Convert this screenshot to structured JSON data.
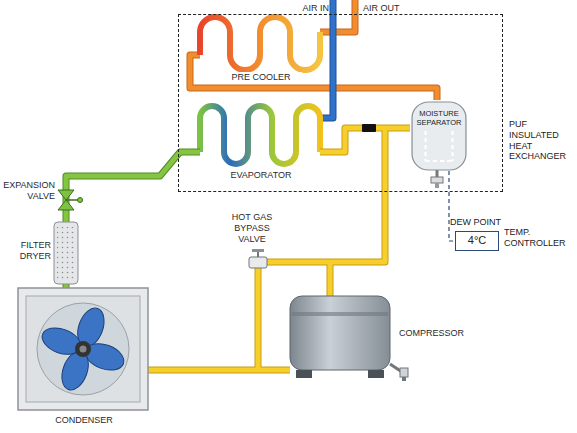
{
  "diagram": {
    "nodes": [
      {
        "text": [
          "PUF INSULATED HEAT EXCHANGER"
        ]
      },
      {
        "text": [
          "MOISTURE SEPARATOR"
        ],
        "in": 0
      },
      {
        "text": [
          "DEW POINT",
          "4°C",
          "TEMP. CONTROLLER"
        ]
      }
    ],
    "edges": [
      {
        "from": 1,
        "to": 2,
        "arrow": "none"
      }
    ],
    "labels": [
      "AIR IN",
      "AIR OUT",
      "PRE COOLER",
      "EVAPORATOR",
      "EXPANSION VALVE",
      "FILTER DRYER",
      "HOT GAS BYPASS VALVE",
      "COMPRESSOR",
      "CONDENSER"
    ]
  }
}
